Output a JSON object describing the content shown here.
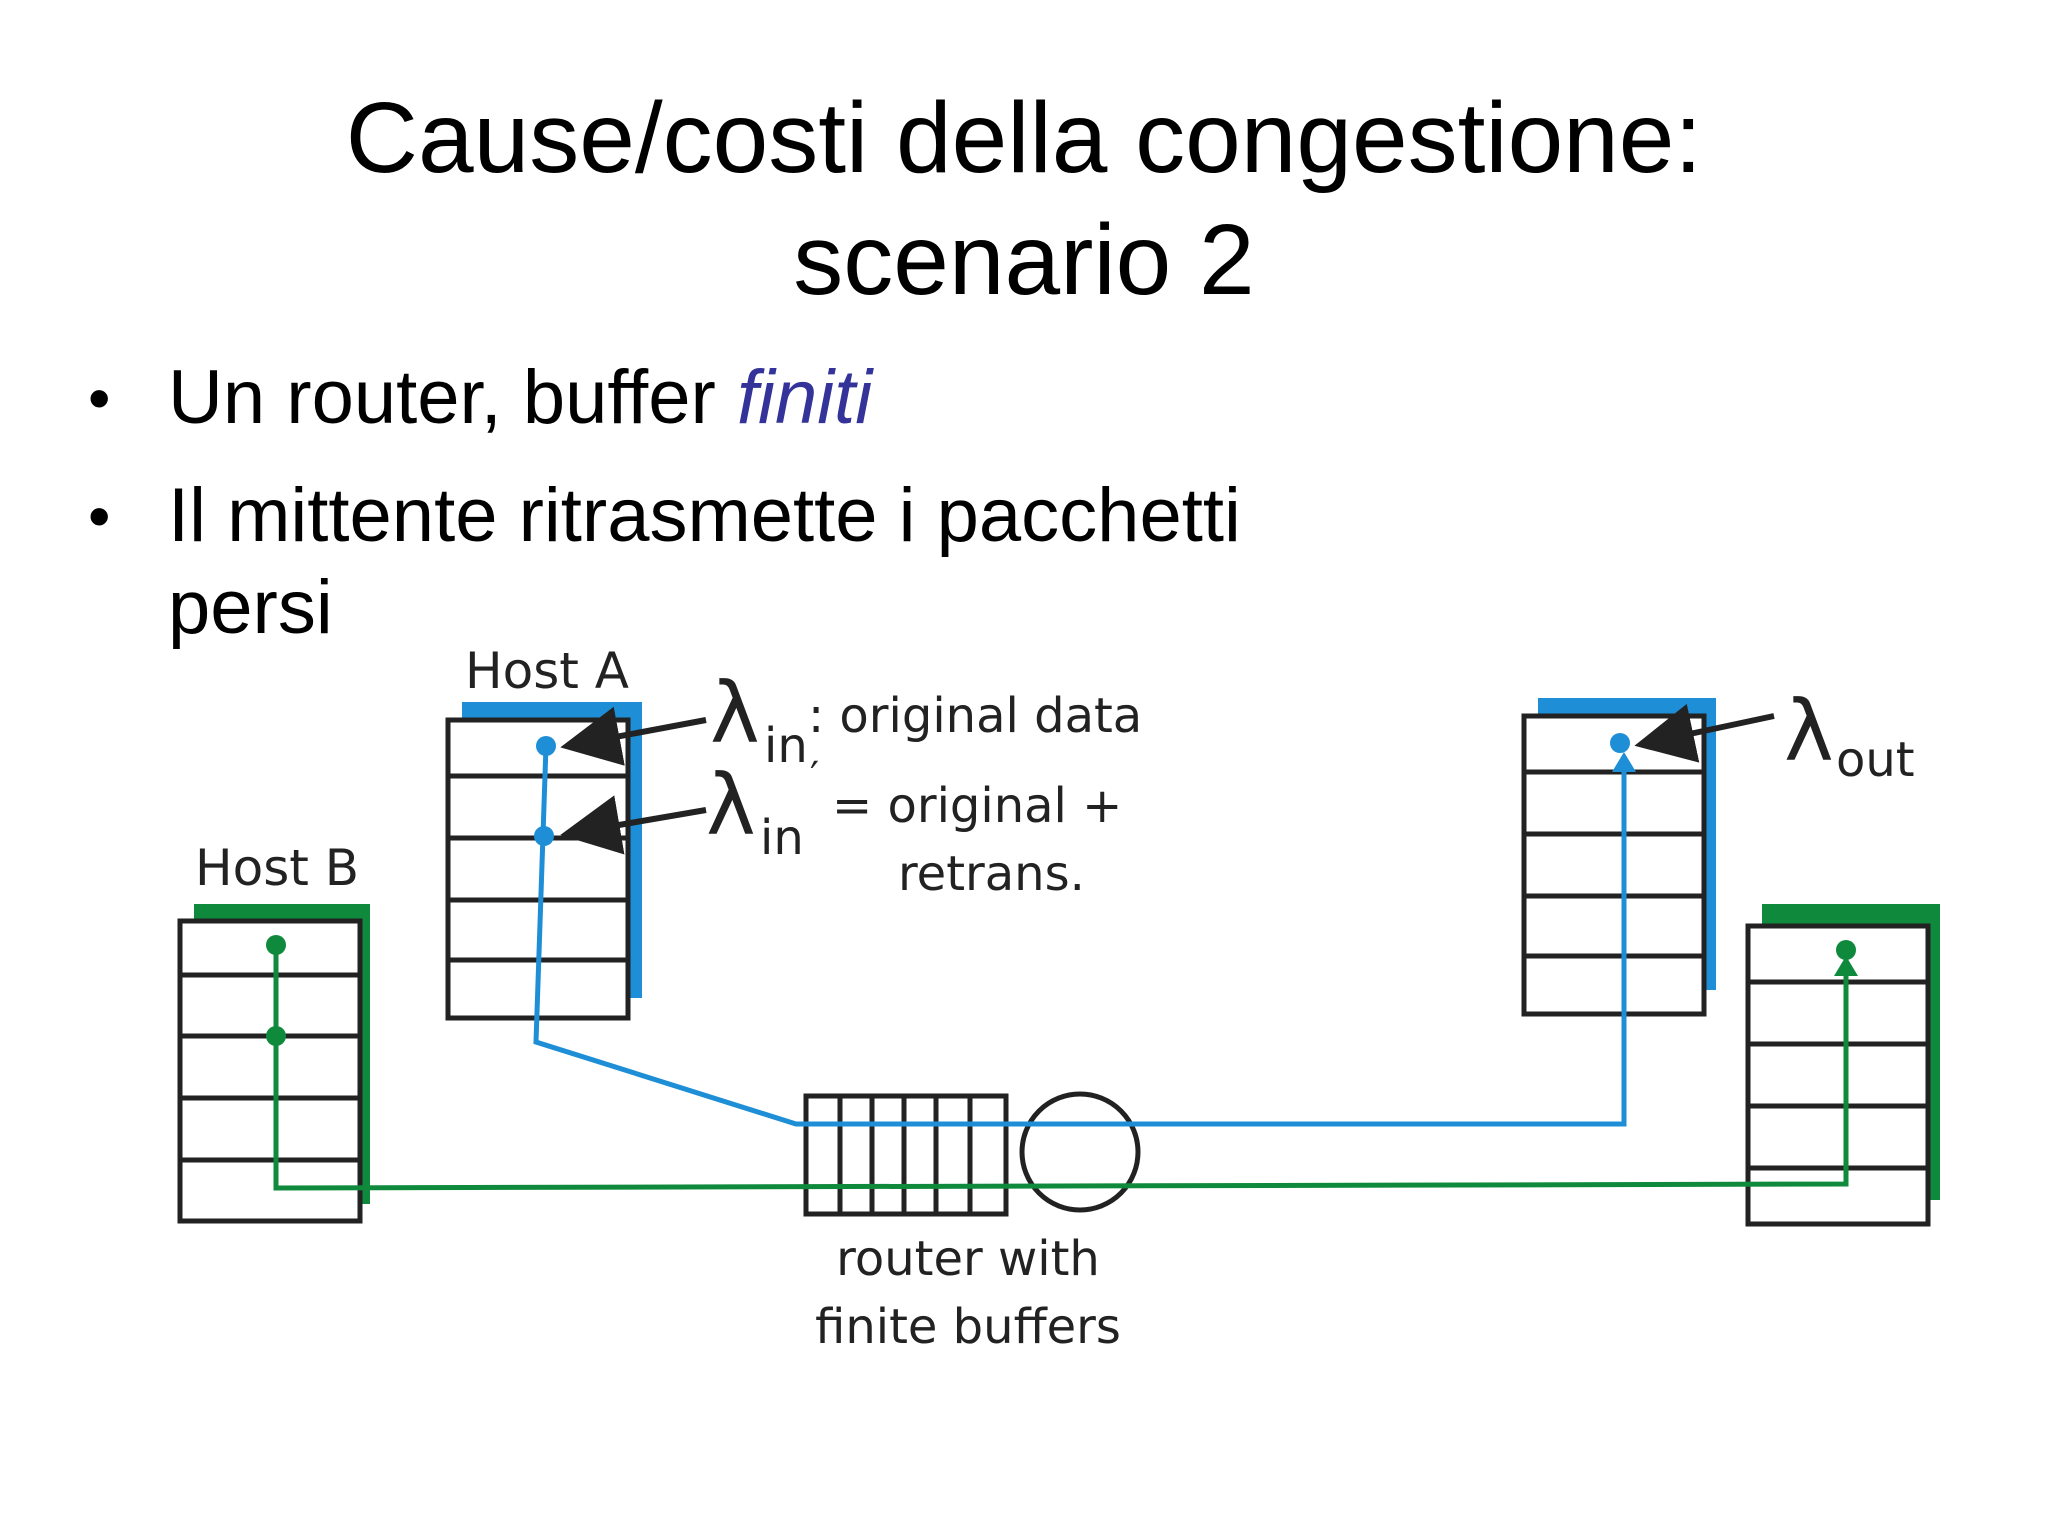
{
  "slide": {
    "title_line1": "Cause/costi della congestione:",
    "title_line2": "scenario 2",
    "bullets": [
      {
        "text": "Un router, buffer ",
        "emphasis": "finiti"
      },
      {
        "text": "Il mittente ritrasmette i pacchetti persi"
      }
    ]
  },
  "diagram": {
    "host_a_label": "Host A",
    "host_b_label": "Host B",
    "router_label_line1": "router with",
    "router_label_line2": "finite buffers",
    "lambda_symbol": "λ",
    "lambda_in_sub": "in",
    "lambda_in_desc": ": original data",
    "lambda_in_prime_sub": "in",
    "lambda_in_prime_mark": "′",
    "lambda_in_prime_desc_line1": "= original +",
    "lambda_in_prime_desc_line2": "retrans.",
    "lambda_out_sub": "out"
  },
  "colors": {
    "flow_a": "#1e8fd6",
    "flow_b": "#0f8a3c",
    "emphasis": "#333399"
  }
}
